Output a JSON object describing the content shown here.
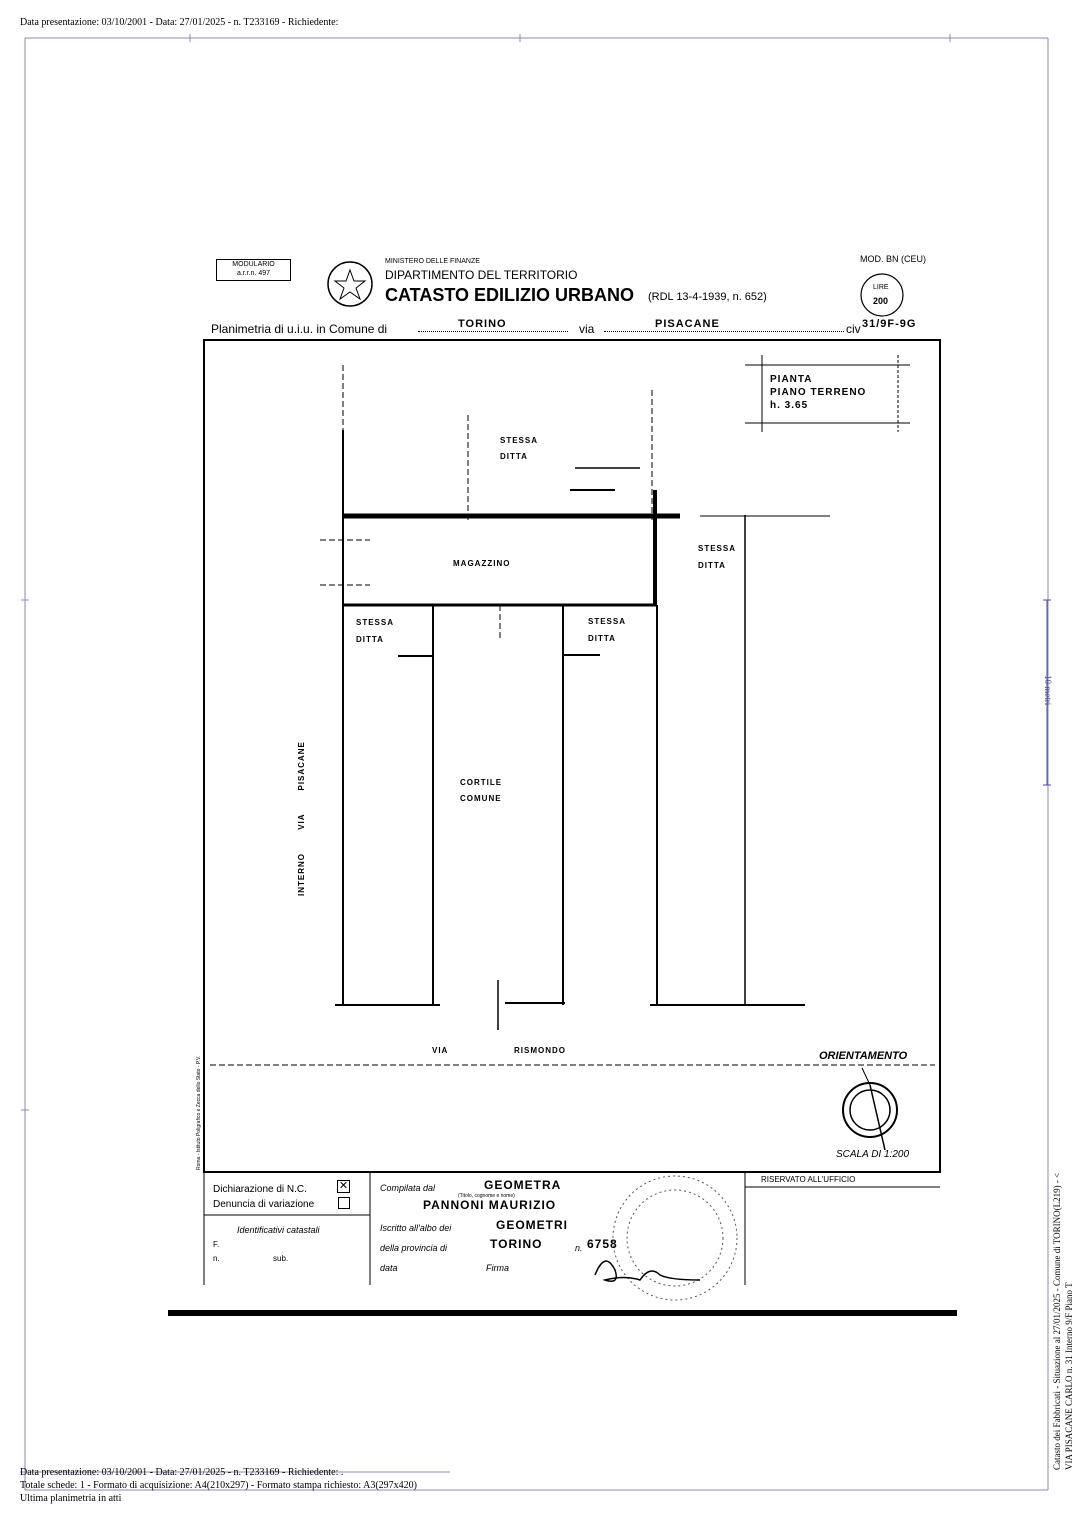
{
  "header_text": "Data presentazione: 03/10/2001 - Data: 27/01/2025 - n. T233169 - Richiedente:",
  "form": {
    "modulario": "MODULARIO",
    "modulario_ref": "a.r.r.n. 497",
    "ministry": "MINISTERO DELLE FINANZE",
    "department": "DIPARTIMENTO DEL TERRITORIO",
    "title": "CATASTO EDILIZIO URBANO",
    "law_ref": "(RDL 13-4-1939, n. 652)",
    "model": "MOD. BN (CEU)",
    "stamp_label": "LIRE",
    "stamp_value": "200",
    "planimetria_label": "Planimetria di u.i.u. in Comune di",
    "comune": "TORINO",
    "via_label": "via",
    "via": "PISACANE",
    "civ_label": "civ",
    "civ": "31/9F-9G",
    "printer_note": "Roma - Istituto Poligrafico e Zecca dello Stato - P.V."
  },
  "plan": {
    "title_lines": [
      "PIANTA",
      "PIANO TERRENO",
      "h. 3.65"
    ],
    "labels": {
      "stessa_ditta_top": [
        "STESSA",
        "DITTA"
      ],
      "magazzino": "MAGAZZINO",
      "stessa_ditta_right": [
        "STESSA",
        "DITTA"
      ],
      "stessa_ditta_left": [
        "STESSA",
        "DITTA"
      ],
      "stessa_ditta_mid": [
        "STESSA",
        "DITTA"
      ],
      "cortile": [
        "CORTILE",
        "COMUNE"
      ],
      "interno_via": "INTERNO   VIA   PISACANE",
      "via_bottom": "VIA",
      "rismondo": "RISMONDO"
    },
    "orientamento": "ORIENTAMENTO",
    "scala": "SCALA DI 1:200"
  },
  "bottom_form": {
    "dichiarazione": "Dichiarazione di N.C.",
    "dichiarazione_checked": true,
    "denuncia": "Denuncia di variazione",
    "denuncia_checked": false,
    "identificativi": "Identificativi catastali",
    "f_label": "F.",
    "n_label": "n.",
    "sub_label": "sub.",
    "compilata_label": "Compilata dal",
    "compilata_value": "GEOMETRA",
    "titolo_hint": "(Titolo, cognome e nome)",
    "nome": "PANNONI MAURIZIO",
    "iscritto_label": "Iscritto all'albo dei",
    "albo": "GEOMETRI",
    "provincia_label": "della provincia di",
    "provincia": "TORINO",
    "n_iscr_label": "n.",
    "n_iscr": "6758",
    "data_label": "data",
    "firma_label": "Firma",
    "riservato": "RISERVATO ALL'UFFICIO"
  },
  "scale_bar_label": "10 metri",
  "side_text": [
    "Catasto dei Fabbricati - Situazione al 27/01/2025 - Comune di TORINO(L219) - <",
    "VIA PISACANE CARLO n. 31  Interno 9/F Piano T"
  ],
  "footer": [
    "Data presentazione: 03/10/2001 - Data: 27/01/2025 - n. T233169 - Richiedente: .",
    "Totale schede: 1 - Formato di acquisizione: A4(210x297)  - Formato stampa richiesto: A3(297x420)",
    "Ultima planimetria in atti"
  ]
}
